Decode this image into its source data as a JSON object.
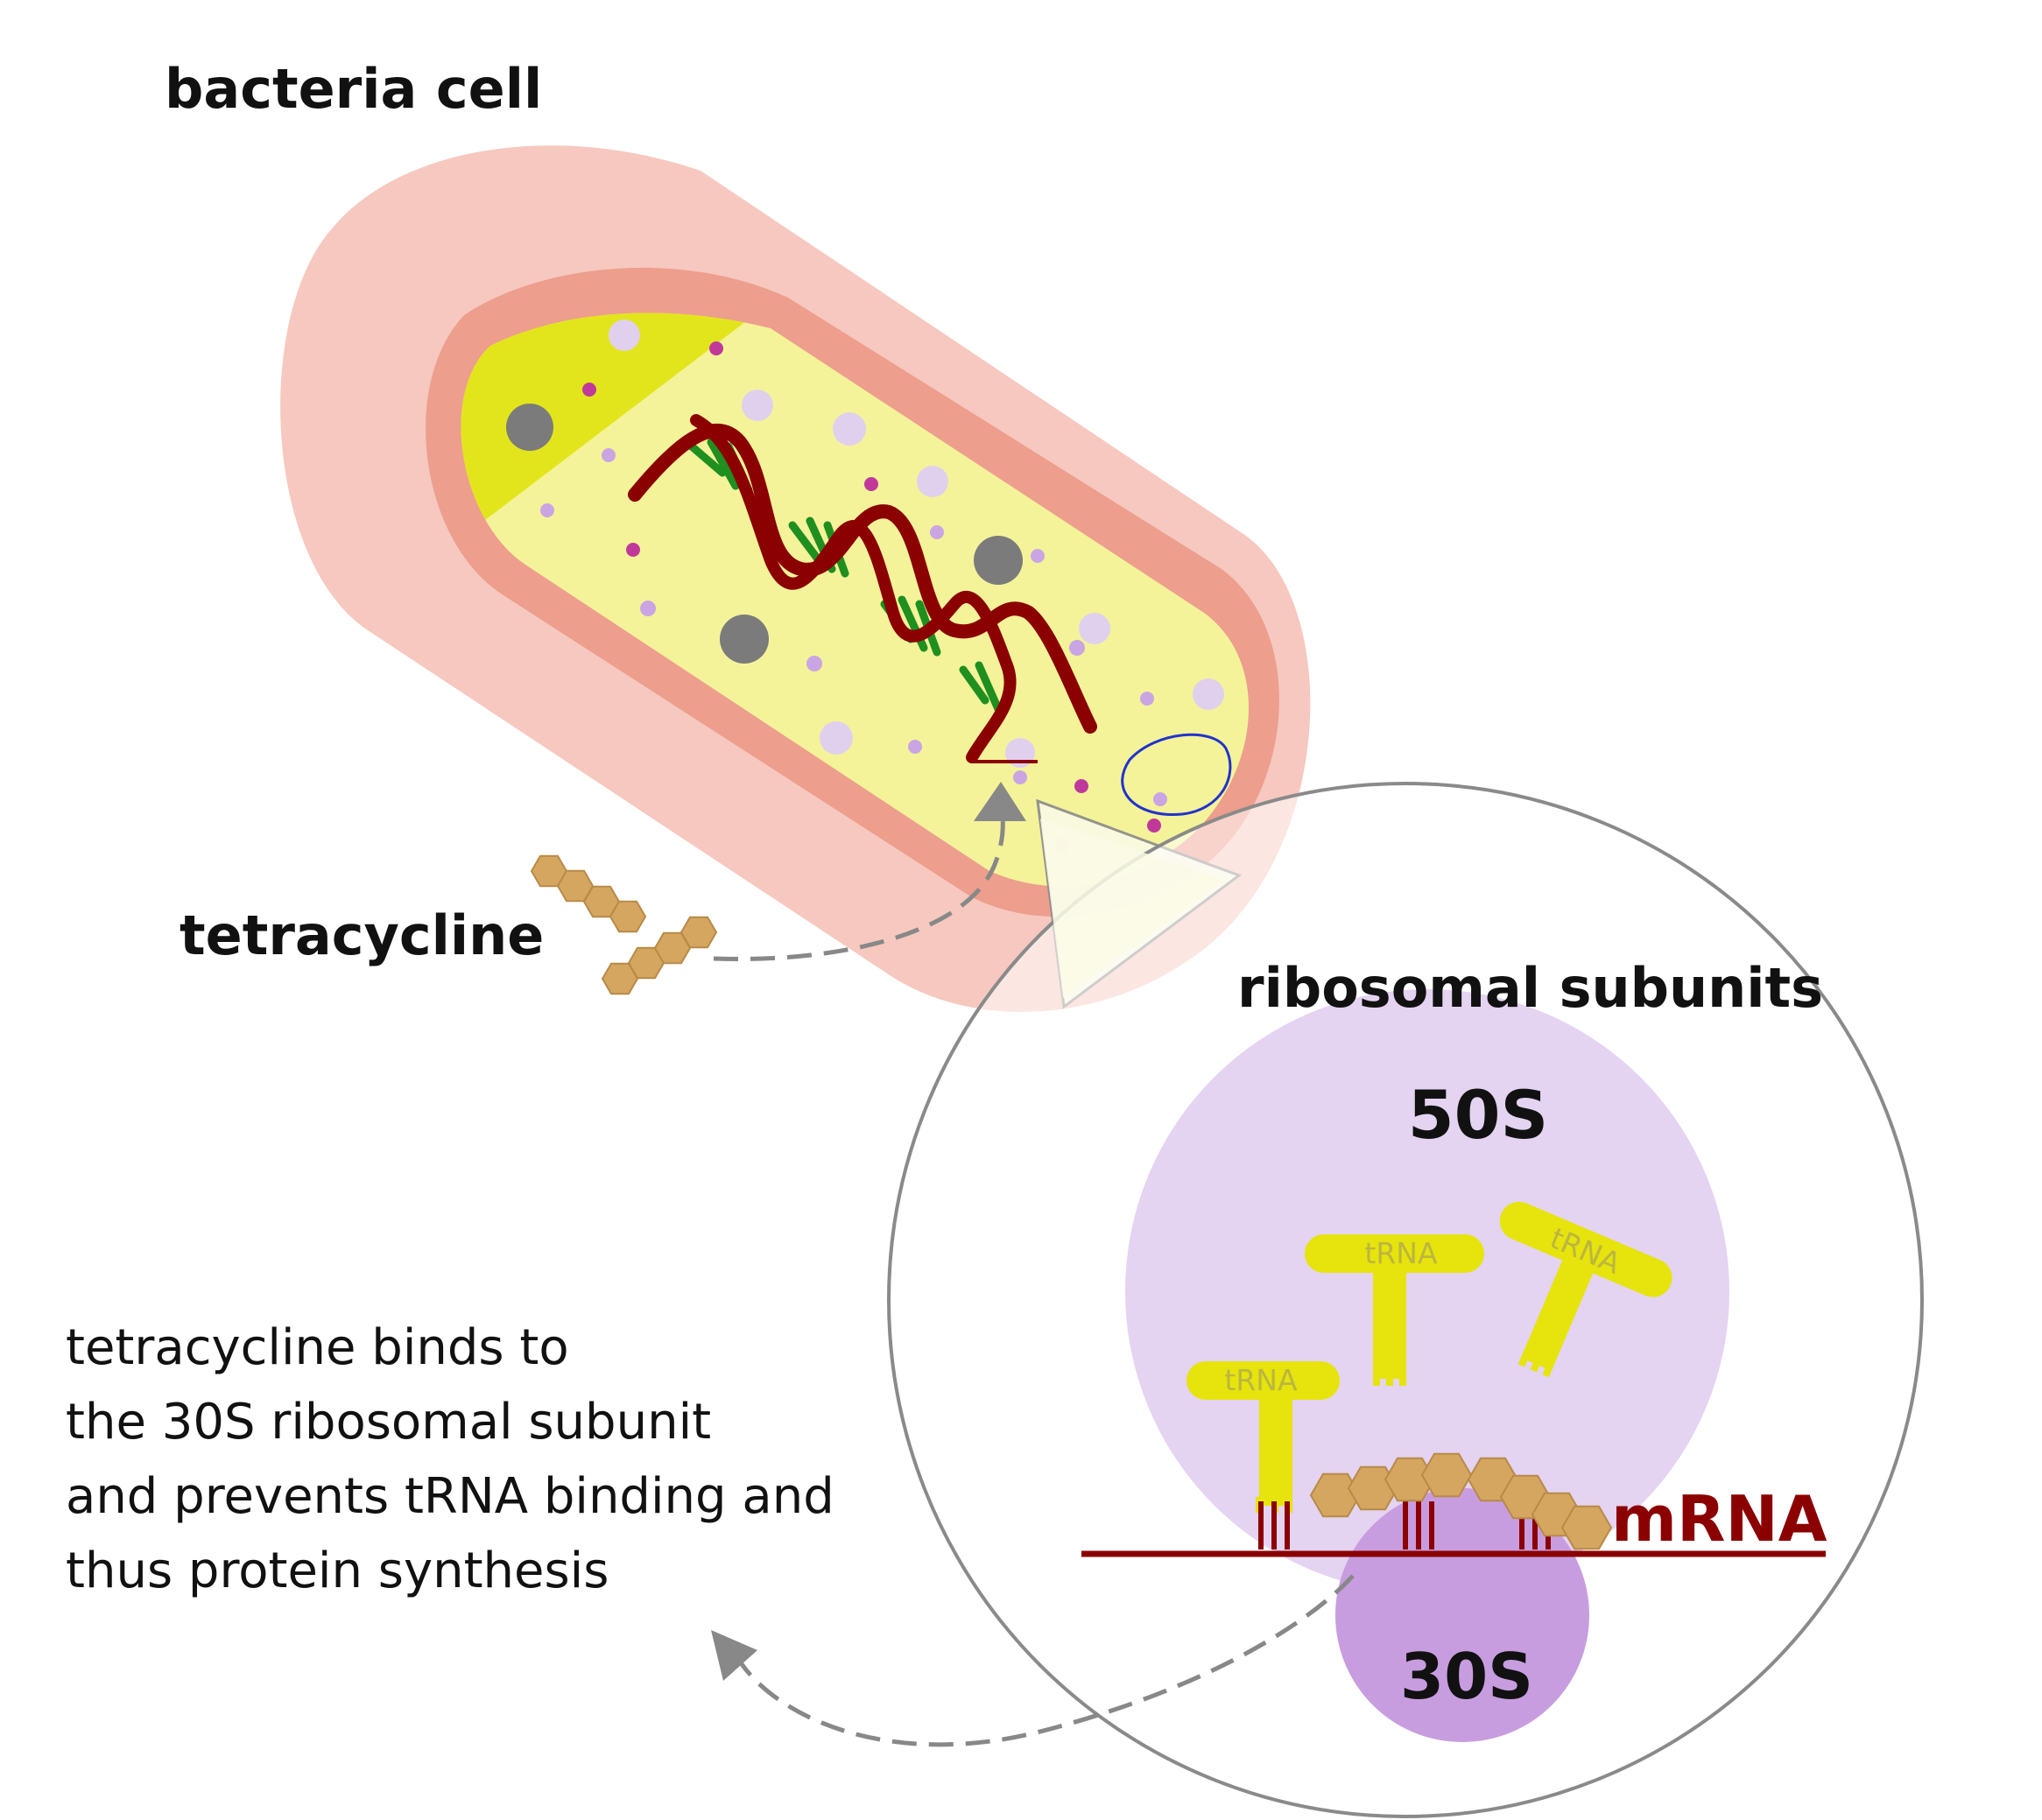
{
  "labels": {
    "bacteria_cell": "bacteria cell",
    "tetracycline": "tetracycline",
    "ribosomal_subunits": "ribosomal subunits",
    "large_subunit": "50S",
    "small_subunit": "30S",
    "mrna": "mRNA",
    "trna": "tRNA"
  },
  "caption": {
    "lines": [
      "tetracycline binds to",
      "the 30S ribosomal subunit",
      "and prevents tRNA binding and",
      "thus protein synthesis"
    ]
  },
  "colors": {
    "cell_wall": "#f6c8bf",
    "membrane": "#ec9987",
    "cytoplasm": "#f4f39a",
    "nucleoid_region": "#e2e51c",
    "dna_backbone": "#8b0000",
    "dna_base_pairs": "#1f8f1f",
    "tetracycline": "#d4a65f",
    "subunit_50s": "#e4d3f1",
    "subunit_30s": "#c89de0",
    "trna": "#e6e40c",
    "mrna": "#8b0000",
    "plasmid": "#2233cc",
    "arrow": "#888888"
  }
}
